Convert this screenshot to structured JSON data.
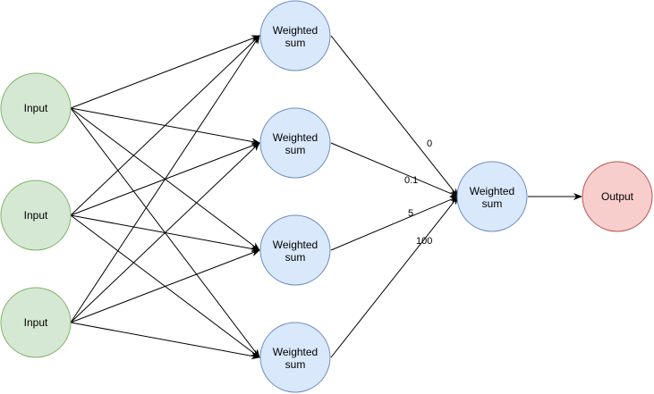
{
  "colors": {
    "input_fill": "#d5e8d4",
    "input_stroke": "#82b366",
    "hidden_fill": "#dae8fc",
    "hidden_stroke": "#6c8ebf",
    "output_fill": "#f8cecc",
    "output_stroke": "#b85450",
    "edge": "#000000"
  },
  "nodes": {
    "inputs": [
      {
        "label": "Input"
      },
      {
        "label": "Input"
      },
      {
        "label": "Input"
      }
    ],
    "hidden": [
      {
        "label_line1": "Weighted",
        "label_line2": "sum"
      },
      {
        "label_line1": "Weighted",
        "label_line2": "sum"
      },
      {
        "label_line1": "Weighted",
        "label_line2": "sum"
      },
      {
        "label_line1": "Weighted",
        "label_line2": "sum"
      }
    ],
    "combiner": {
      "label_line1": "Weighted",
      "label_line2": "sum"
    },
    "output": {
      "label": "Output"
    }
  },
  "weights": [
    "0",
    "0.1",
    "5",
    "100"
  ]
}
